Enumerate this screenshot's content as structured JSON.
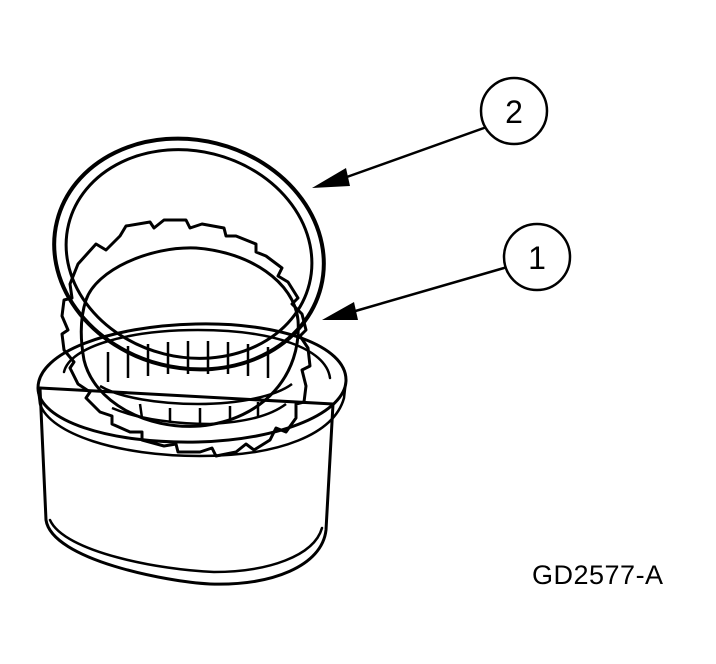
{
  "callouts": [
    {
      "id": "1",
      "label": "1"
    },
    {
      "id": "2",
      "label": "2"
    }
  ],
  "figure_code": "GD2577-A",
  "colors": {
    "ink": "#000000",
    "background": "#ffffff",
    "shading": "#d9d9d9"
  }
}
